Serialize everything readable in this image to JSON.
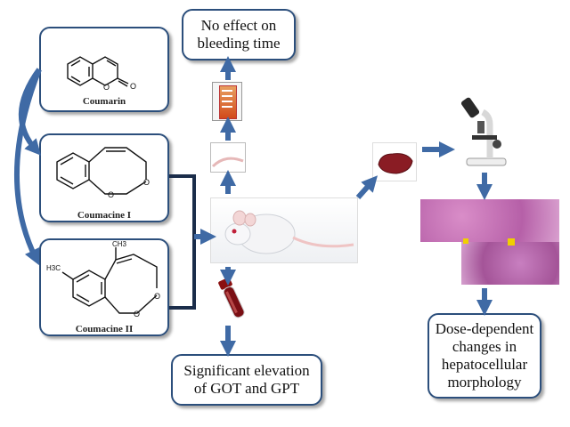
{
  "molecules": [
    {
      "id": "coumarin",
      "label": "Coumarin"
    },
    {
      "id": "coumacine1",
      "label": "Coumacine I"
    },
    {
      "id": "coumacine2",
      "label": "Coumacine II",
      "methyl_labels": [
        "CH3",
        "H3C"
      ]
    }
  ],
  "outcomes": {
    "bleeding": "No effect on\nbleeding time",
    "enzymes": "Significant elevation\nof GOT and GPT",
    "morphology": "Dose-dependent\nchanges in\nhepatocellular\nmorphology"
  },
  "colors": {
    "box_border": "#2c4f7c",
    "arrow": "#3f6aa5",
    "connector": "#1b2d4a",
    "liver": "#8a1c24",
    "blood": "#7a0f14",
    "histology": "#c76fb5"
  },
  "icons": [
    "mouse-image",
    "liver-image",
    "microscope-image",
    "blood-tube-image",
    "coagulation-strip-image",
    "histology-image",
    "mouse-tail-image"
  ]
}
